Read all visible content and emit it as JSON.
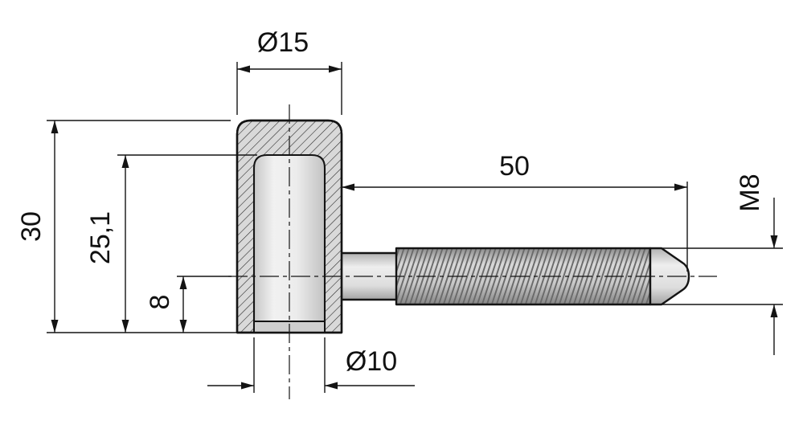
{
  "drawing": {
    "kind": "technical-section-drawing",
    "dimensions": {
      "outer_diameter_label": "Ø15",
      "overall_height_label": "30",
      "bore_depth_label": "25,1",
      "axis_height_label": "8",
      "bore_diameter_label": "Ø10",
      "thread_length_label": "50",
      "thread_spec_label": "M8"
    },
    "colors": {
      "line": "#141414",
      "body_fill": "#d9d9d9",
      "bore_fill": "#ededed",
      "thread_fill": "#b5b5b5",
      "background": "#ffffff"
    }
  }
}
